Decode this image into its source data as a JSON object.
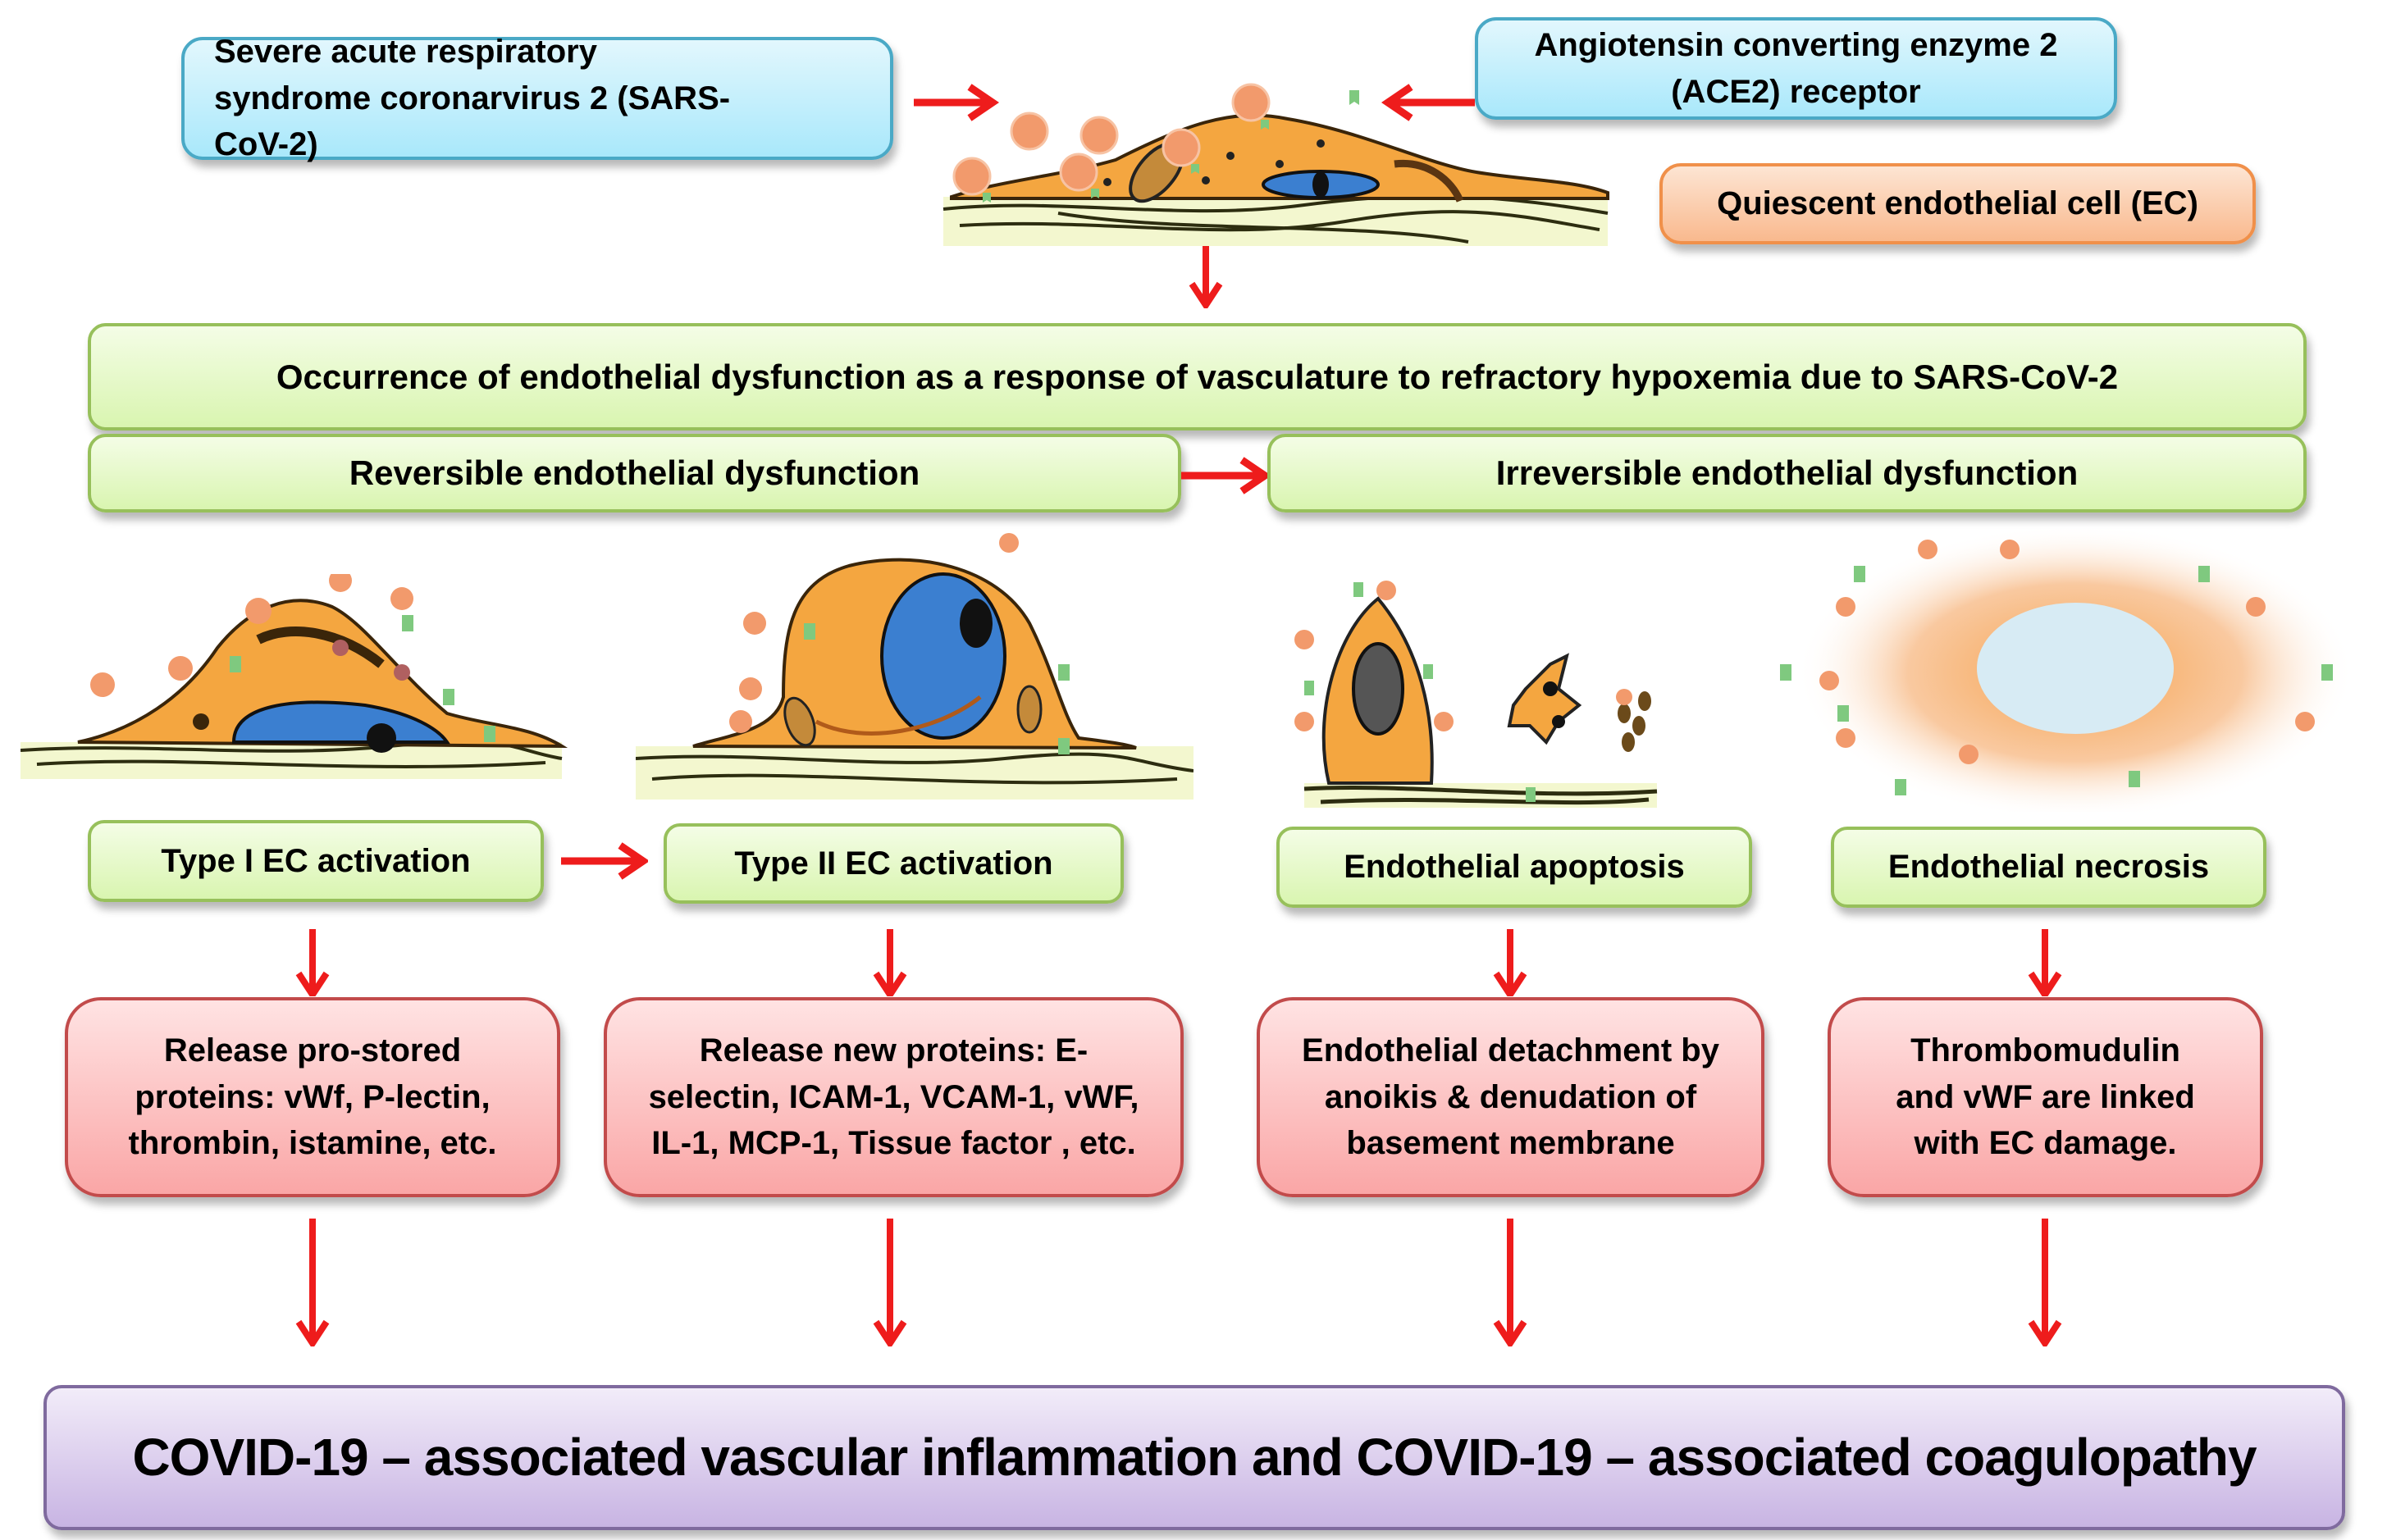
{
  "top": {
    "sars_label": "Severe acute respiratory syndrome coronarvirus 2 (SARS-CoV-2)",
    "ace2_label": "Angiotensin converting enzyme 2 (ACE2) receptor",
    "quiescent_label": "Quiescent endothelial cell (EC)"
  },
  "dysfunction": {
    "main_label": "Occurrence of endothelial dysfunction as a response of vasculature to refractory hypoxemia due to SARS-CoV-2",
    "reversible_label": "Reversible endothelial dysfunction",
    "irreversible_label": "Irreversible endothelial dysfunction"
  },
  "stages": [
    {
      "label": "Type I EC activation",
      "outcome": "Release pro-stored proteins: vWf, P-lectin, thrombin, istamine, etc."
    },
    {
      "label": "Type II EC activation",
      "outcome": "Release new proteins: E-selectin, ICAM-1, VCAM-1, vWF, IL-1, MCP-1, Tissue factor , etc."
    },
    {
      "label": "Endothelial apoptosis",
      "outcome": "Endothelial detachment by anoikis & denudation of basement membrane"
    },
    {
      "label": "Endothelial necrosis",
      "outcome": "Thrombomudulin and vWF are linked with EC damage."
    }
  ],
  "final": {
    "label": "COVID-19 – associated vascular inflammation and COVID-19 – associated coagulopathy"
  },
  "colors": {
    "arrow": "#ee1c1c",
    "cell_cytoplasm": "#f4a640",
    "nucleus": "#3b7fd0",
    "virus": "#f29a6c",
    "receptor": "#7fc97f"
  }
}
